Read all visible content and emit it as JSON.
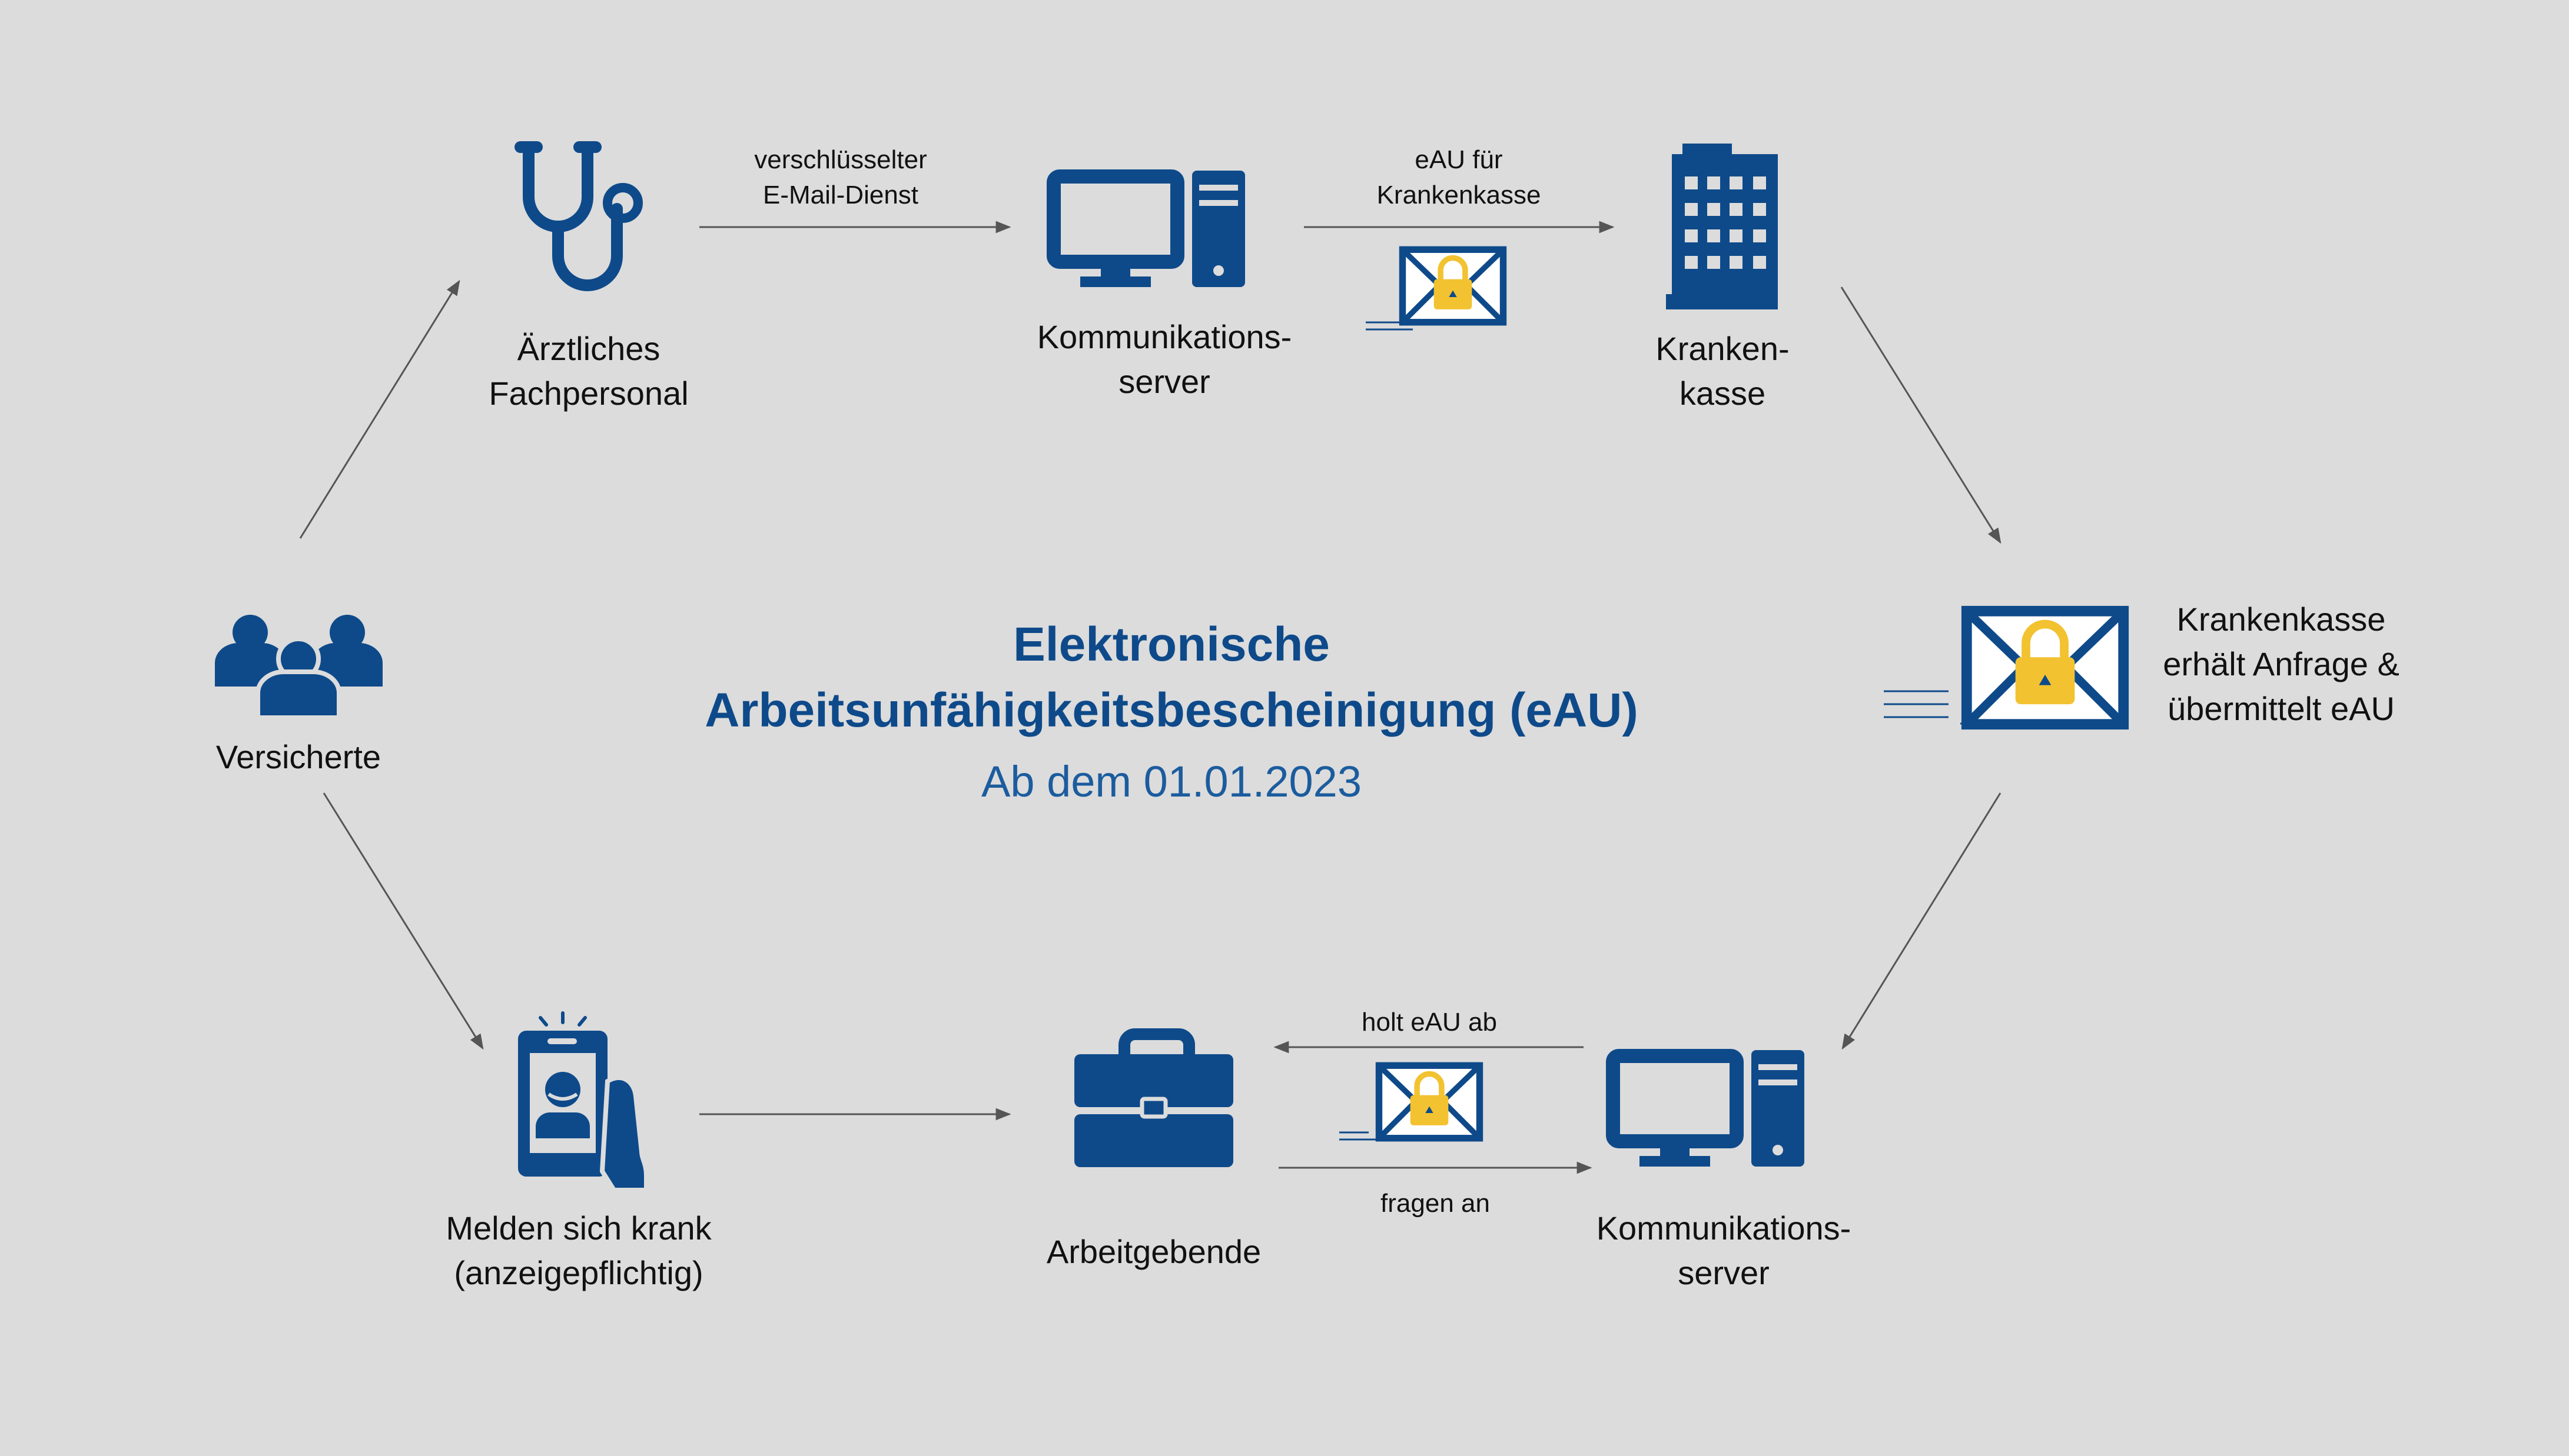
{
  "colors": {
    "primary": "#0e4a8a",
    "lock": "#f2c230",
    "arrow": "#555555",
    "background": "#dcdcdc"
  },
  "title": {
    "line1": "Elektronische",
    "line2": "Arbeitsunfähigkeitsbescheinigung (eAU)",
    "subtitle": "Ab dem 01.01.2023"
  },
  "nodes": {
    "versicherte": {
      "icon": "people-group-icon",
      "label": "Versicherte"
    },
    "arzt": {
      "icon": "stethoscope-icon",
      "line1": "Ärztliches",
      "line2": "Fachpersonal"
    },
    "server_top": {
      "icon": "computer-icon",
      "line1": "Kommunikations-",
      "line2": "server"
    },
    "kasse": {
      "icon": "office-building-icon",
      "line1": "Kranken-",
      "line2": "kasse"
    },
    "kasse_mail": {
      "icon": "locked-envelope-icon",
      "line1": "Krankenkasse",
      "line2": "erhält Anfrage &",
      "line3": "übermittelt eAU"
    },
    "server_bottom": {
      "icon": "computer-icon",
      "line1": "Kommunikations-",
      "line2": "server"
    },
    "arbeitgebende": {
      "icon": "briefcase-icon",
      "label": "Arbeitgebende"
    },
    "melden": {
      "icon": "smartphone-in-hand-icon",
      "line1": "Melden sich krank",
      "line2": "(anzeigepflichtig)"
    }
  },
  "edges": {
    "email_dienst": {
      "line1": "verschlüsselter",
      "line2": "E-Mail-Dienst"
    },
    "eau_kasse": {
      "line1": "eAU für",
      "line2": "Krankenkasse"
    },
    "holt_eau": "holt eAU ab",
    "fragen_an": "fragen an"
  }
}
